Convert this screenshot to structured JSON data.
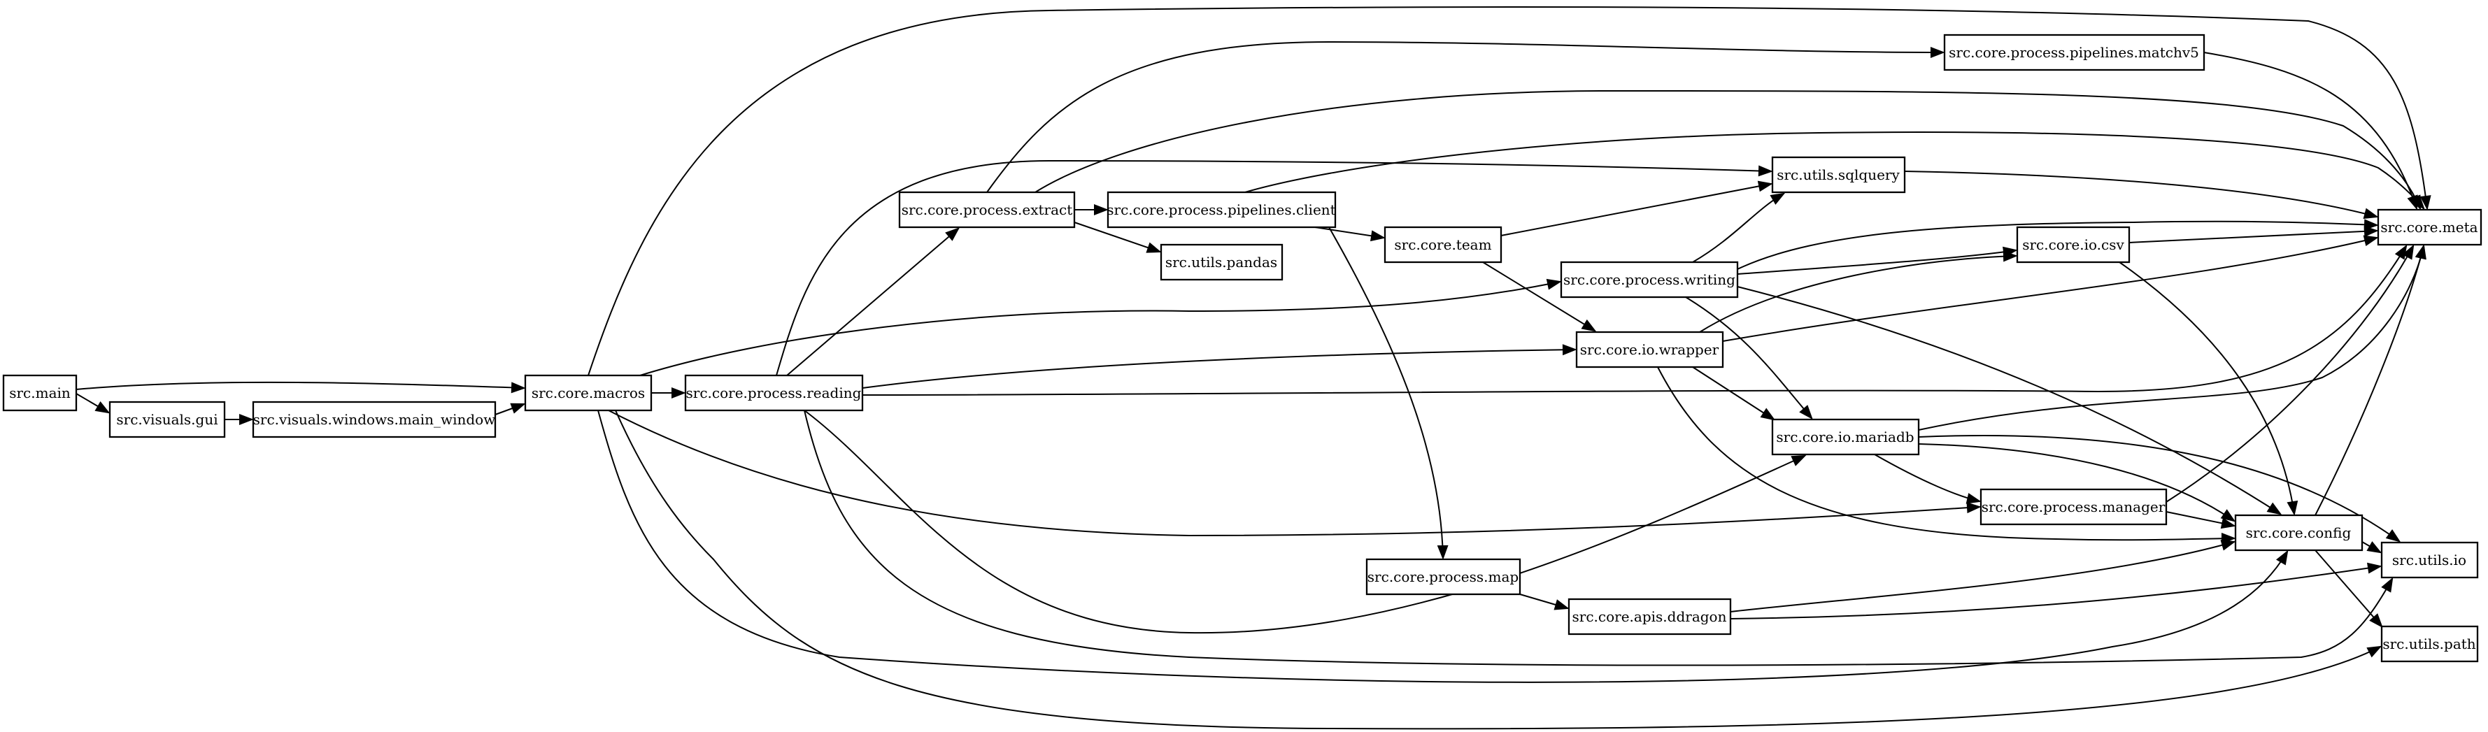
{
  "diagram": {
    "type": "dependency-graph",
    "nodes": [
      {
        "id": "src_main",
        "label": "src.main"
      },
      {
        "id": "src_visuals_gui",
        "label": "src.visuals.gui"
      },
      {
        "id": "src_visuals_windows_main_window",
        "label": "src.visuals.windows.main_window"
      },
      {
        "id": "src_core_macros",
        "label": "src.core.macros"
      },
      {
        "id": "src_core_process_reading",
        "label": "src.core.process.reading"
      },
      {
        "id": "src_core_process_extract",
        "label": "src.core.process.extract"
      },
      {
        "id": "src_core_process_pipelines_client",
        "label": "src.core.process.pipelines.client"
      },
      {
        "id": "src_utils_pandas",
        "label": "src.utils.pandas"
      },
      {
        "id": "src_core_team",
        "label": "src.core.team"
      },
      {
        "id": "src_core_process_pipelines_matchv5",
        "label": "src.core.process.pipelines.matchv5"
      },
      {
        "id": "src_utils_sqlquery",
        "label": "src.utils.sqlquery"
      },
      {
        "id": "src_core_process_writing",
        "label": "src.core.process.writing"
      },
      {
        "id": "src_core_io_csv",
        "label": "src.core.io.csv"
      },
      {
        "id": "src_core_io_wrapper",
        "label": "src.core.io.wrapper"
      },
      {
        "id": "src_core_io_mariadb",
        "label": "src.core.io.mariadb"
      },
      {
        "id": "src_core_process_manager",
        "label": "src.core.process.manager"
      },
      {
        "id": "src_core_process_map",
        "label": "src.core.process.map"
      },
      {
        "id": "src_core_apis_ddragon",
        "label": "src.core.apis.ddragon"
      },
      {
        "id": "src_core_config",
        "label": "src.core.config"
      },
      {
        "id": "src_core_meta",
        "label": "src.core.meta"
      },
      {
        "id": "src_utils_io",
        "label": "src.utils.io"
      },
      {
        "id": "src_utils_path",
        "label": "src.utils.path"
      }
    ],
    "edges": [
      {
        "from": "src_main",
        "to": "src_visuals_gui"
      },
      {
        "from": "src_main",
        "to": "src_core_macros"
      },
      {
        "from": "src_visuals_gui",
        "to": "src_visuals_windows_main_window"
      },
      {
        "from": "src_visuals_windows_main_window",
        "to": "src_core_macros"
      },
      {
        "from": "src_core_macros",
        "to": "src_core_process_reading"
      },
      {
        "from": "src_core_macros",
        "to": "src_core_meta"
      },
      {
        "from": "src_core_macros",
        "to": "src_core_process_writing"
      },
      {
        "from": "src_core_macros",
        "to": "src_core_config"
      },
      {
        "from": "src_core_macros",
        "to": "src_core_process_manager"
      },
      {
        "from": "src_core_macros",
        "to": "src_utils_path"
      },
      {
        "from": "src_core_process_reading",
        "to": "src_core_process_extract"
      },
      {
        "from": "src_core_process_reading",
        "to": "src_utils_sqlquery"
      },
      {
        "from": "src_core_process_reading",
        "to": "src_core_io_wrapper"
      },
      {
        "from": "src_core_process_reading",
        "to": "src_core_meta"
      },
      {
        "from": "src_core_process_reading",
        "to": "src_core_io_mariadb"
      },
      {
        "from": "src_core_process_reading",
        "to": "src_utils_io"
      },
      {
        "from": "src_core_process_extract",
        "to": "src_core_process_pipelines_client"
      },
      {
        "from": "src_core_process_extract",
        "to": "src_utils_pandas"
      },
      {
        "from": "src_core_process_extract",
        "to": "src_core_process_pipelines_matchv5"
      },
      {
        "from": "src_core_process_extract",
        "to": "src_core_meta"
      },
      {
        "from": "src_core_process_pipelines_client",
        "to": "src_core_team"
      },
      {
        "from": "src_core_process_pipelines_client",
        "to": "src_core_process_map"
      },
      {
        "from": "src_core_process_pipelines_client",
        "to": "src_core_meta"
      },
      {
        "from": "src_core_process_pipelines_matchv5",
        "to": "src_core_meta"
      },
      {
        "from": "src_core_team",
        "to": "src_utils_sqlquery"
      },
      {
        "from": "src_core_team",
        "to": "src_core_io_wrapper"
      },
      {
        "from": "src_utils_sqlquery",
        "to": "src_core_meta"
      },
      {
        "from": "src_core_process_writing",
        "to": "src_utils_sqlquery"
      },
      {
        "from": "src_core_process_writing",
        "to": "src_core_meta"
      },
      {
        "from": "src_core_process_writing",
        "to": "src_core_io_csv"
      },
      {
        "from": "src_core_process_writing",
        "to": "src_core_io_mariadb"
      },
      {
        "from": "src_core_process_writing",
        "to": "src_core_config"
      },
      {
        "from": "src_core_io_wrapper",
        "to": "src_core_io_csv"
      },
      {
        "from": "src_core_io_wrapper",
        "to": "src_core_meta"
      },
      {
        "from": "src_core_io_wrapper",
        "to": "src_core_io_mariadb"
      },
      {
        "from": "src_core_io_wrapper",
        "to": "src_core_config"
      },
      {
        "from": "src_core_io_csv",
        "to": "src_core_meta"
      },
      {
        "from": "src_core_io_csv",
        "to": "src_core_config"
      },
      {
        "from": "src_core_io_mariadb",
        "to": "src_core_meta"
      },
      {
        "from": "src_core_io_mariadb",
        "to": "src_core_process_manager"
      },
      {
        "from": "src_core_io_mariadb",
        "to": "src_core_config"
      },
      {
        "from": "src_core_io_mariadb",
        "to": "src_utils_io"
      },
      {
        "from": "src_core_process_manager",
        "to": "src_core_meta"
      },
      {
        "from": "src_core_process_manager",
        "to": "src_core_config"
      },
      {
        "from": "src_core_process_map",
        "to": "src_core_apis_ddragon"
      },
      {
        "from": "src_core_apis_ddragon",
        "to": "src_core_config"
      },
      {
        "from": "src_core_apis_ddragon",
        "to": "src_utils_io"
      },
      {
        "from": "src_core_config",
        "to": "src_core_meta"
      },
      {
        "from": "src_core_config",
        "to": "src_utils_io"
      },
      {
        "from": "src_core_config",
        "to": "src_utils_path"
      }
    ]
  }
}
